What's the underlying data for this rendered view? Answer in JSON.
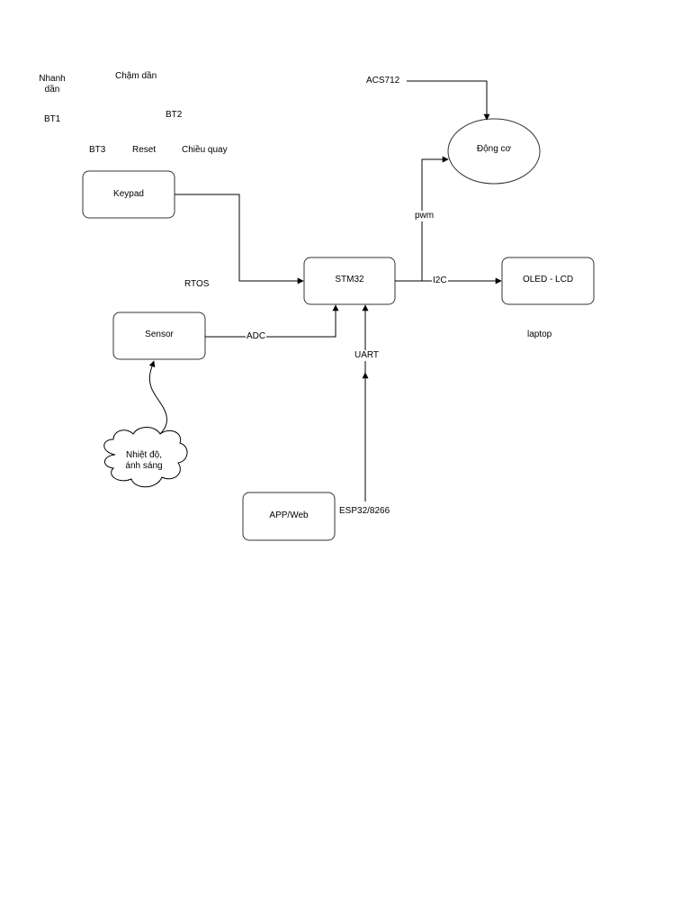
{
  "loose_labels": {
    "nhanh_dan": "Nhanh\ndần",
    "cham_dan": "Chậm dần",
    "bt1": "BT1",
    "bt2": "BT2",
    "bt3": "BT3",
    "reset": "Reset",
    "chieu_quay": "Chiều quay",
    "acs712": "ACS712",
    "rtos": "RTOS",
    "laptop": "laptop",
    "esp32": "ESP32/8266"
  },
  "nodes": {
    "keypad": "Keypad",
    "stm32": "STM32",
    "oled": "OLED - LCD",
    "sensor": "Sensor",
    "motor": "Động cơ",
    "cloud": "Nhiệt độ,\nánh sáng",
    "app": "APP/Web"
  },
  "edges": {
    "pwm": "pwm",
    "i2c": "I2C",
    "adc": "ADC",
    "uart": "UART"
  },
  "colors": {
    "stroke": "#000000",
    "node_stroke": "#333333",
    "background": "#ffffff"
  }
}
